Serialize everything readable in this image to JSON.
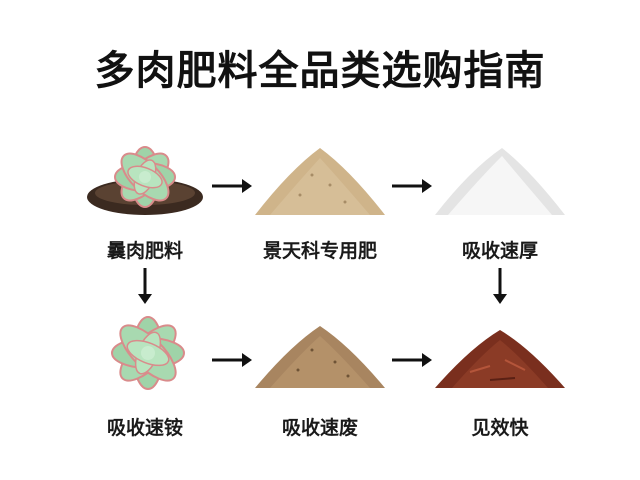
{
  "title": "多肉肥料全品类选购指南",
  "nodes": [
    {
      "id": "n1",
      "label": "曩肉肥料",
      "icon": "succulent-in-soil-icon"
    },
    {
      "id": "n2",
      "label": "景天科专用肥",
      "icon": "tan-granule-pile-icon"
    },
    {
      "id": "n3",
      "label": "吸收速厚",
      "icon": "white-powder-pile-icon"
    },
    {
      "id": "n4",
      "label": "吸收速铵",
      "icon": "succulent-icon"
    },
    {
      "id": "n5",
      "label": "吸收速废",
      "icon": "brown-granule-pile-icon"
    },
    {
      "id": "n6",
      "label": "见效快",
      "icon": "red-bark-pile-icon"
    }
  ],
  "edges": [
    {
      "from": "n1",
      "to": "n2"
    },
    {
      "from": "n2",
      "to": "n3"
    },
    {
      "from": "n1",
      "to": "n4"
    },
    {
      "from": "n3",
      "to": "n6"
    },
    {
      "from": "n4",
      "to": "n5"
    },
    {
      "from": "n5",
      "to": "n6"
    }
  ],
  "colors": {
    "text": "#1a1a1a",
    "arrow": "#111111",
    "succulent_leaf": "#9fd3a8",
    "succulent_tip": "#d98b8b",
    "soil": "#3b2a20",
    "tan_pile": "#cfb48a",
    "white_pile": "#f1f1f1",
    "brown_pile": "#a88560",
    "red_pile": "#7a2f1e"
  }
}
